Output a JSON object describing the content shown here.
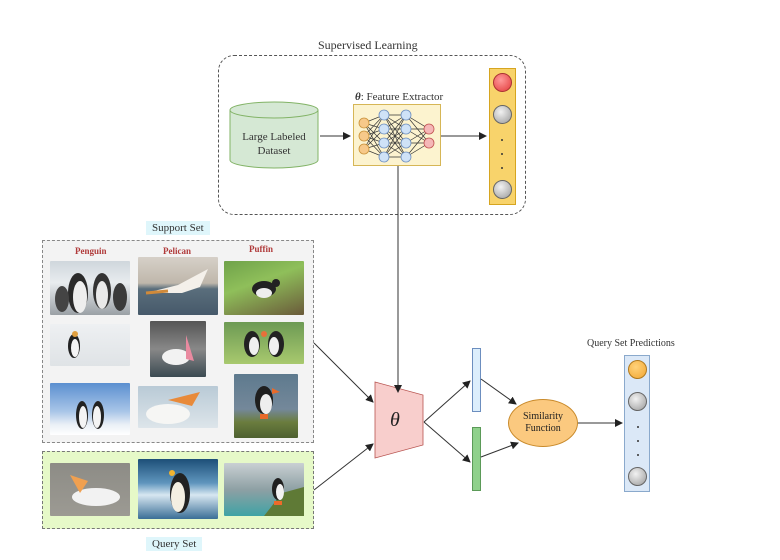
{
  "supervised": {
    "title": "Supervised Learning",
    "dataset_label_line1": "Large Labeled",
    "dataset_label_line2": "Dataset",
    "feature_extractor_symbol": "θ",
    "feature_extractor_label": ": Feature Extractor"
  },
  "support_set": {
    "title": "Support Set",
    "classes": [
      "Penguin",
      "Pelican",
      "Puffin"
    ],
    "images": [
      {
        "name": "penguin-colony",
        "class": "Penguin"
      },
      {
        "name": "pelican-flying",
        "class": "Pelican"
      },
      {
        "name": "puffin-grass",
        "class": "Puffin"
      },
      {
        "name": "penguin-walking",
        "class": "Penguin"
      },
      {
        "name": "pelican-swimming",
        "class": "Pelican"
      },
      {
        "name": "puffin-pair",
        "class": "Puffin"
      },
      {
        "name": "penguin-pair",
        "class": "Penguin"
      },
      {
        "name": "pelican-beak-open",
        "class": "Pelican"
      },
      {
        "name": "puffin-rock",
        "class": "Puffin"
      }
    ]
  },
  "query_set": {
    "title": "Query Set",
    "images": [
      {
        "name": "pelican-water"
      },
      {
        "name": "penguin-waves"
      },
      {
        "name": "puffin-cliff"
      }
    ]
  },
  "model": {
    "theta_symbol": "θ",
    "similarity_line1": "Similarity",
    "similarity_line2": "Function",
    "predictions_title": "Query Set Predictions"
  },
  "colors": {
    "output_active": "#e84b4b",
    "prediction_active": "#f5b445",
    "theta_block": "#f5c4c4",
    "support_bg": "#f3f3f3",
    "query_bg": "#e6f9c8",
    "tag_bg": "#dff6fb"
  }
}
